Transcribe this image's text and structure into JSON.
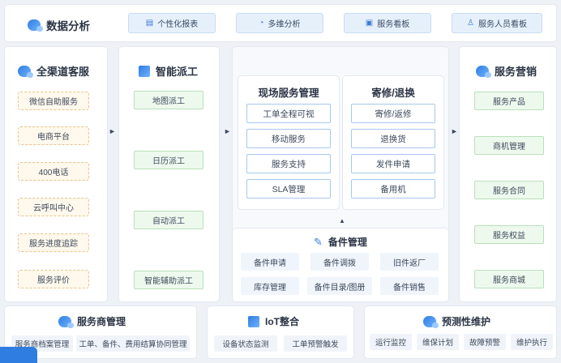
{
  "header": {
    "title": "数据分析",
    "buttons": [
      {
        "label": "个性化报表",
        "icon": "report-icon"
      },
      {
        "label": "多维分析",
        "icon": "pie-chart-icon"
      },
      {
        "label": "服务看板",
        "icon": "dashboard-icon"
      },
      {
        "label": "服务人员看板",
        "icon": "user-icon"
      }
    ]
  },
  "omni": {
    "title": "全渠道客服",
    "items": [
      "微信自助服务",
      "电商平台",
      "400电话",
      "云呼叫中心",
      "服务进度追踪",
      "服务评价"
    ]
  },
  "dispatch": {
    "title": "智能派工",
    "items": [
      "地图派工",
      "日历派工",
      "自动派工",
      "智能辅助派工"
    ]
  },
  "onsite": {
    "title": "现场服务管理",
    "items": [
      "工单全程可视",
      "移动服务",
      "服务支持",
      "SLA管理"
    ]
  },
  "repair": {
    "title": "寄修/退换",
    "items": [
      "寄修/返修",
      "退换货",
      "发件申请",
      "备用机"
    ]
  },
  "parts": {
    "title": "备件管理",
    "items": [
      "备件申请",
      "备件调拨",
      "旧件返厂",
      "库存管理",
      "备件目录/图册",
      "备件销售"
    ]
  },
  "marketing": {
    "title": "服务营销",
    "items": [
      "服务产品",
      "商机管理",
      "服务合同",
      "服务权益",
      "服务商城"
    ]
  },
  "provider": {
    "title": "服务商管理",
    "items": [
      "服务商档案管理",
      "工单、备件、费用结算协同管理"
    ]
  },
  "iot": {
    "title": "IoT整合",
    "items": [
      "设备状态监测",
      "工单预警触发"
    ]
  },
  "predictive": {
    "title": "预测性维护",
    "items": [
      "运行监控",
      "维保计划",
      "故障预警",
      "维护执行"
    ]
  },
  "arrows": {
    "right": "►",
    "up": "▲"
  }
}
